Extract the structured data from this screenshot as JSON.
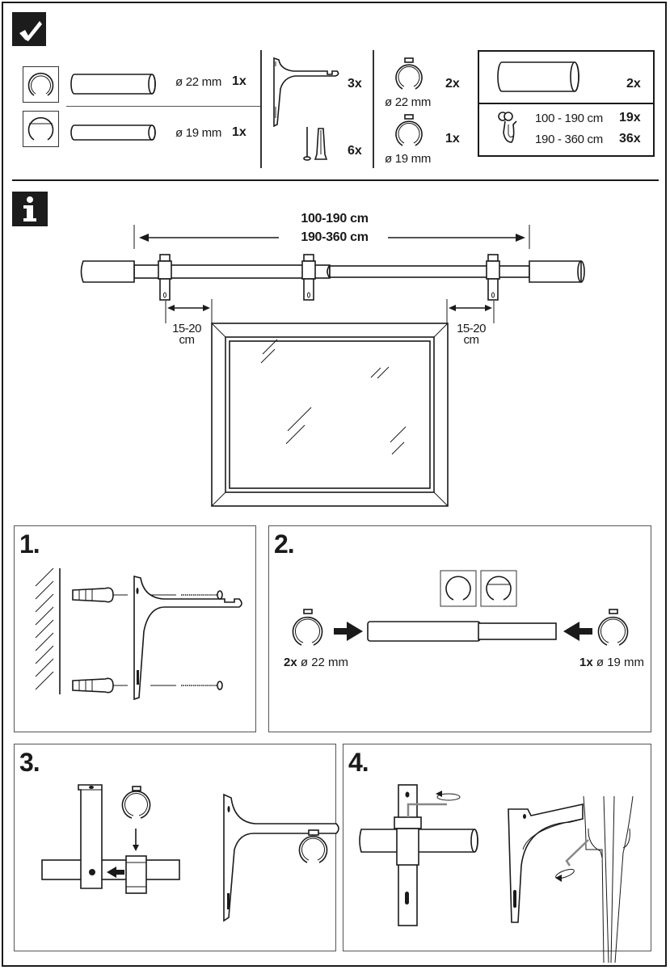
{
  "contents_section": {
    "badge_icon": "checkmark-icon",
    "rods": [
      {
        "profile_icon": "round-profile-icon",
        "diameter": "ø 22 mm",
        "qty": "1x"
      },
      {
        "profile_icon": "flat-profile-icon",
        "diameter": "ø 19 mm",
        "qty": "1x"
      }
    ],
    "brackets": {
      "qty": "3x"
    },
    "screws_plugs": {
      "qty": "6x"
    },
    "rings": [
      {
        "diameter": "ø 22 mm",
        "qty": "2x"
      },
      {
        "diameter": "ø 19 mm",
        "qty": "1x"
      }
    ],
    "end_caps": {
      "qty": "2x"
    },
    "gliders": [
      {
        "range": "100 - 190 cm",
        "qty": "19x"
      },
      {
        "range": "190 - 360 cm",
        "qty": "36x"
      }
    ]
  },
  "info_section": {
    "badge_icon": "info-icon",
    "length_line1": "100-190 cm",
    "length_line2": "190-360 cm",
    "offset_left": {
      "value": "15-20",
      "unit": "cm"
    },
    "offset_right": {
      "value": "15-20",
      "unit": "cm"
    }
  },
  "steps": [
    {
      "number": "1."
    },
    {
      "number": "2.",
      "left_label_qty": "2x",
      "left_label_dia": "ø 22 mm",
      "right_label_qty": "1x",
      "right_label_dia": "ø 19 mm"
    },
    {
      "number": "3."
    },
    {
      "number": "4."
    }
  ]
}
